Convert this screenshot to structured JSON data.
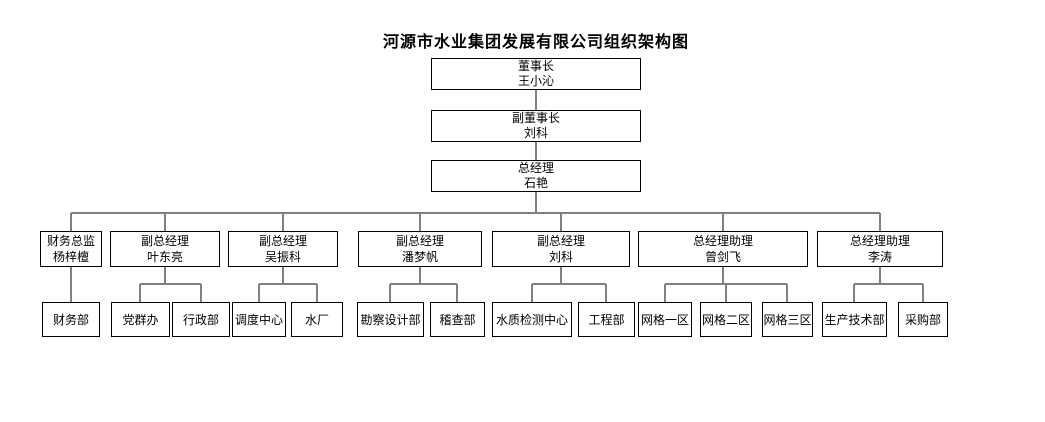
{
  "title": "河源市水业集团发展有限公司组织架构图",
  "chain": [
    {
      "title": "董事长",
      "name": "王小沁"
    },
    {
      "title": "副董事长",
      "name": "刘科"
    },
    {
      "title": "总经理",
      "name": "石艳"
    }
  ],
  "managers": [
    {
      "title": "财务总监",
      "name": "杨梓檀",
      "departments": [
        "财务部"
      ]
    },
    {
      "title": "副总经理",
      "name": "叶东亮",
      "departments": [
        "党群办",
        "行政部"
      ]
    },
    {
      "title": "副总经理",
      "name": "吴振科",
      "departments": [
        "调度中心",
        "水厂"
      ]
    },
    {
      "title": "副总经理",
      "name": "潘梦帆",
      "departments": [
        "勘察设计部",
        "稽查部"
      ]
    },
    {
      "title": "副总经理",
      "name": "刘科",
      "departments": [
        "水质检测中心",
        "工程部"
      ]
    },
    {
      "title": "总经理助理",
      "name": "曾剑飞",
      "departments": [
        "网格一区",
        "网格二区",
        "网格三区"
      ]
    },
    {
      "title": "总经理助理",
      "name": "李涛",
      "departments": [
        "生产技术部",
        "采购部"
      ]
    }
  ],
  "line_color": "#808080",
  "border_color": "#000000"
}
